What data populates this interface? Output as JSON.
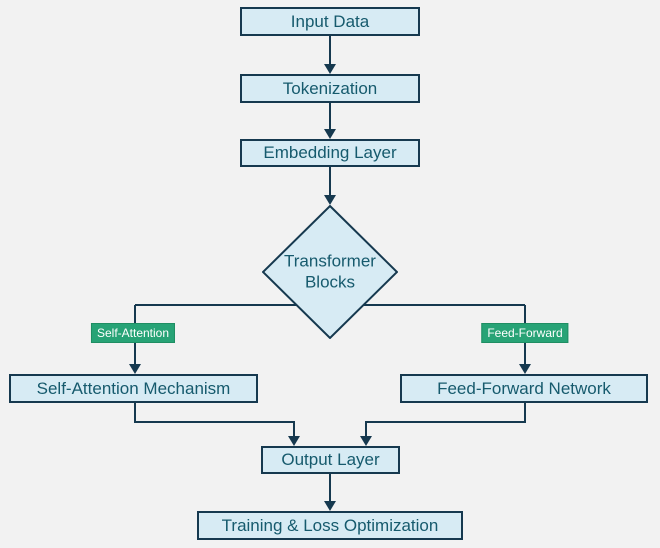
{
  "diagram": {
    "type": "flowchart",
    "direction": "top-down",
    "colors": {
      "background": "#f2f2f2",
      "node_fill": "#d7ebf4",
      "node_border": "#16394f",
      "node_text": "#165a6d",
      "edge_line": "#16394f",
      "edge_label_bg": "#27a376",
      "edge_label_border": "#1f8e63",
      "edge_label_text": "#ffffff"
    },
    "nodes": {
      "input_data": {
        "label": "Input Data",
        "shape": "rect"
      },
      "tokenization": {
        "label": "Tokenization",
        "shape": "rect"
      },
      "embedding_layer": {
        "label": "Embedding Layer",
        "shape": "rect"
      },
      "transformer_blocks": {
        "label": "Transformer Blocks",
        "shape": "diamond"
      },
      "self_attention_mechanism": {
        "label": "Self-Attention Mechanism",
        "shape": "rect"
      },
      "feed_forward_network": {
        "label": "Feed-Forward Network",
        "shape": "rect"
      },
      "output_layer": {
        "label": "Output Layer",
        "shape": "rect"
      },
      "training_loss_optimization": {
        "label": "Training & Loss Optimization",
        "shape": "rect"
      }
    },
    "edge_labels": {
      "self_attention": "Self-Attention",
      "feed_forward": "Feed-Forward"
    },
    "edges": [
      {
        "from": "input_data",
        "to": "tokenization",
        "label": ""
      },
      {
        "from": "tokenization",
        "to": "embedding_layer",
        "label": ""
      },
      {
        "from": "embedding_layer",
        "to": "transformer_blocks",
        "label": ""
      },
      {
        "from": "transformer_blocks",
        "to": "self_attention_mechanism",
        "label": "Self-Attention"
      },
      {
        "from": "transformer_blocks",
        "to": "feed_forward_network",
        "label": "Feed-Forward"
      },
      {
        "from": "self_attention_mechanism",
        "to": "output_layer",
        "label": ""
      },
      {
        "from": "feed_forward_network",
        "to": "output_layer",
        "label": ""
      },
      {
        "from": "output_layer",
        "to": "training_loss_optimization",
        "label": ""
      }
    ]
  }
}
